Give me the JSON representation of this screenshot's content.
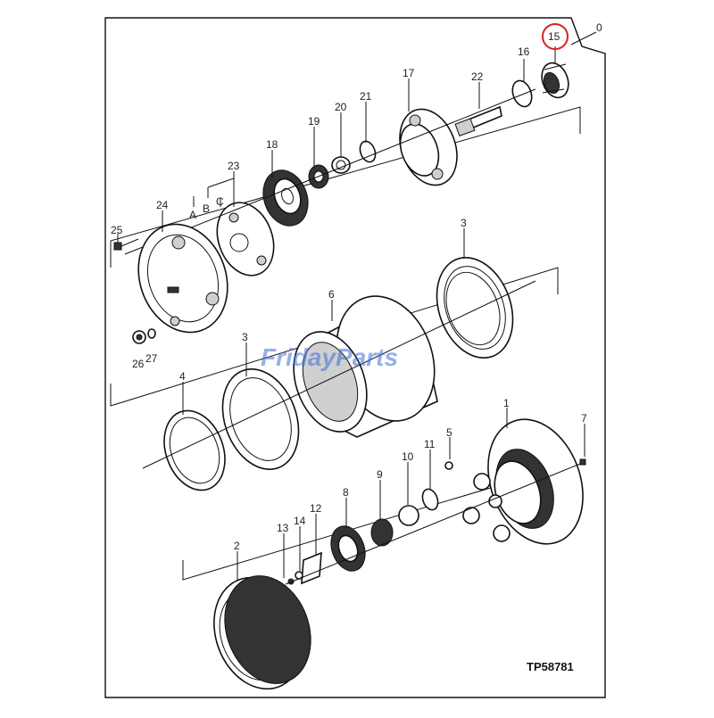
{
  "diagram": {
    "drawing_number": "TP58781",
    "watermark": "FridayParts",
    "highlight_color": "#d62020",
    "watermark_color": "#3f6fd6",
    "highlighted_part": "15",
    "labels": {
      "p0": "0",
      "p1": "1",
      "p2": "2",
      "p3a": "3",
      "p3b": "3",
      "p4": "4",
      "p5": "5",
      "p6": "6",
      "p7": "7",
      "p8": "8",
      "p9": "9",
      "p10": "10",
      "p11": "11",
      "p12": "12",
      "p13": "13",
      "p14": "14",
      "p15": "15",
      "p16": "16",
      "p17": "17",
      "p18": "18",
      "p19": "19",
      "p20": "20",
      "p21": "21",
      "p22": "22",
      "p23": "23",
      "p24": "24",
      "p25": "25",
      "p26": "26",
      "p27": "27",
      "a": "A",
      "b": "B",
      "c": "C"
    }
  }
}
